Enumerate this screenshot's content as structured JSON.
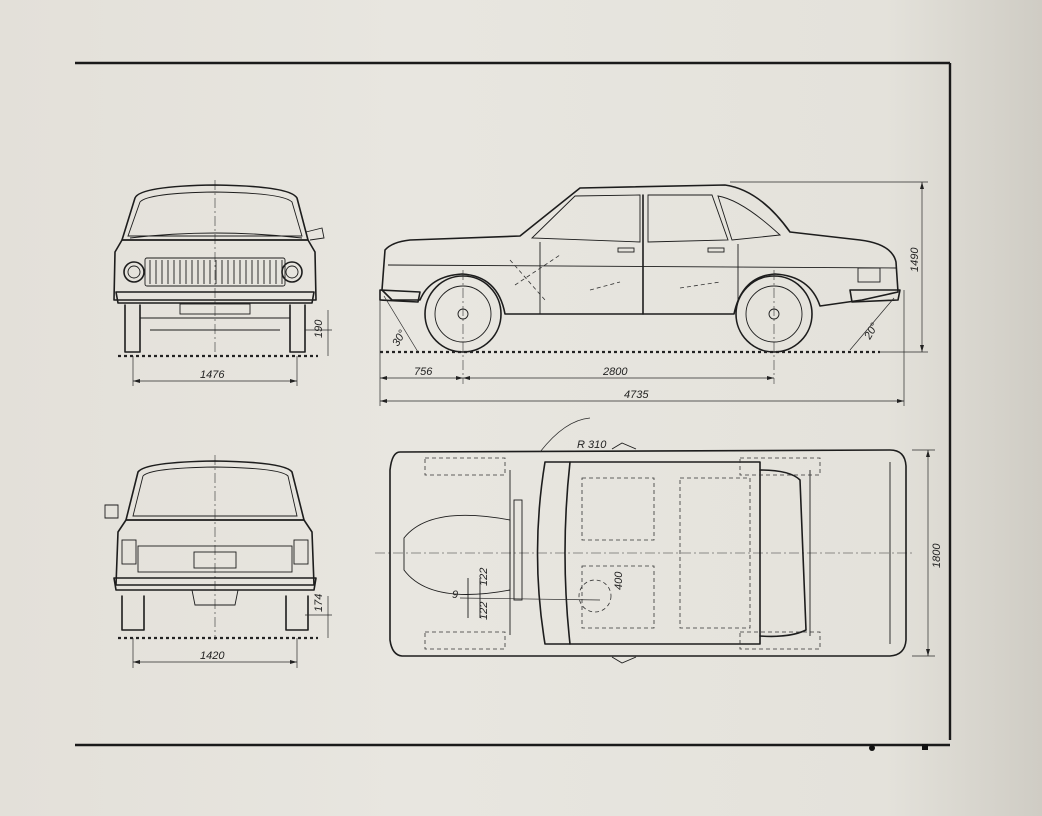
{
  "dimensions": {
    "front_track": "1476",
    "front_clearance": "190",
    "rear_track": "1420",
    "rear_clearance": "174",
    "front_overhang": "756",
    "wheelbase": "2800",
    "overall_length": "4735",
    "overall_height": "1490",
    "overall_width": "1800",
    "approach_angle": "30°",
    "departure_angle": "20°",
    "turn_radius": "R 310",
    "seat_offset": "400",
    "pedal_dim_a": "122",
    "pedal_dim_b": "122",
    "pedal_dim_c": "9"
  }
}
